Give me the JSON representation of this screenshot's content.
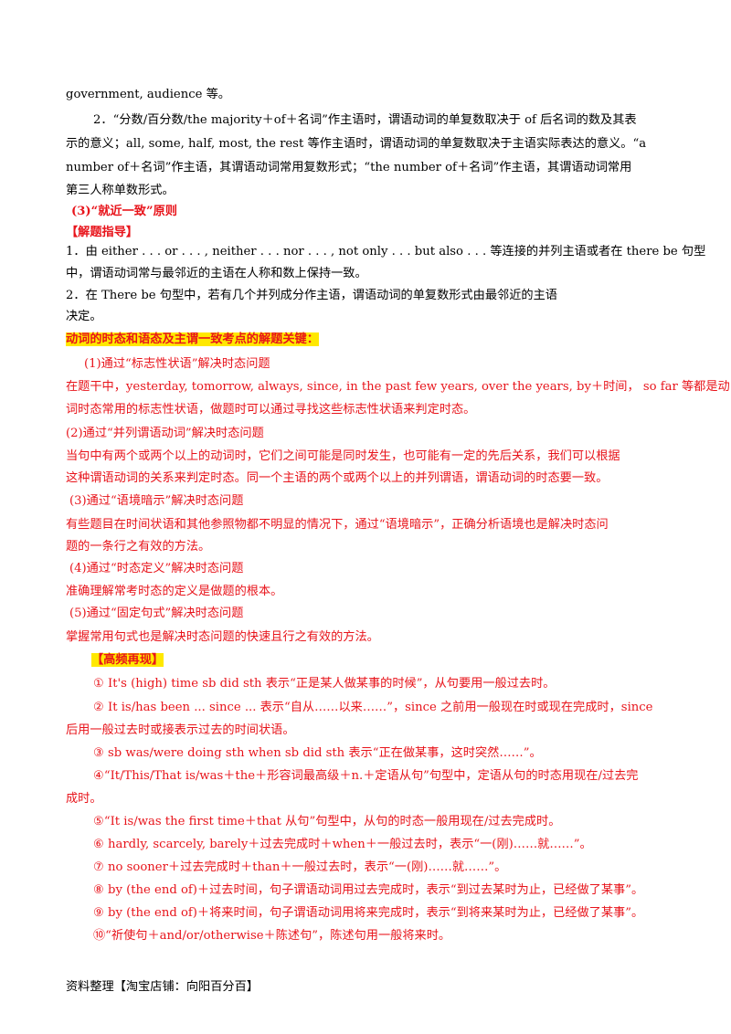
{
  "intro": {
    "l1": "government, audience 等。",
    "l2": "2．“分数/百分数/the majority＋of＋名词”作主语时，谓语动词的单复数取决于 of 后名词的数及其表",
    "l3": "示的意义；all, some, half, most, the rest 等作主语时，谓语动词的单复数取决于主语实际表达的意义。“a",
    "l4": "number of＋名词”作主语，其谓语动词常用复数形式；“the number of＋名词”作主语，其谓语动词常用",
    "l5": "第三人称单数形式。"
  },
  "principle3": {
    "title": "(3)“就近一致”原则",
    "guide": "【解题指导】",
    "p1a": "1．由 either . . . or . . . , neither . . . nor . . . , not only . . . but also . . . 等连接的并列主语或者在 there be 句型",
    "p1b": "中，谓语动词常与最邻近的主语在人称和数上保持一致。",
    "p2a": "2．在 There be 句型中，若有几个并列成分作主语，谓语动词的单复数形式由最邻近的主语",
    "p2b": "决定。"
  },
  "keys": {
    "heading": "动词的时态和语态及主谓一致考点的解题关键：",
    "k1_title": "(1)通过“标志性状语”解决时态问题",
    "k1_a": "在题干中，yesterday, tomorrow, always, since, in the past few years, over the years, by＋时间，  so far 等都是动",
    "k1_b": "词时态常用的标志性状语，做题时可以通过寻找这些标志性状语来判定时态。",
    "k2_title": "(2)通过“并列谓语动词”解决时态问题",
    "k2_a": "当句中有两个或两个以上的动词时，它们之间可能是同时发生，也可能有一定的先后关系，我们可以根据",
    "k2_b": "这种谓语动词的关系来判定时态。同一个主语的两个或两个以上的并列谓语，谓语动词的时态要一致。",
    "k3_title": "(3)通过“语境暗示”解决时态问题",
    "k3_a": "有些题目在时间状语和其他参照物都不明显的情况下，通过“语境暗示”，正确分析语境也是解决时态问",
    "k3_b": "题的一条行之有效的方法。",
    "k4_title": "(4)通过“时态定义”解决时态问题",
    "k4_a": "准确理解常考时态的定义是做题的根本。",
    "k5_title": "(5)通过“固定句式”解决时态问题",
    "k5_a": "掌握常用句式也是解决时态问题的快速且行之有效的方法。"
  },
  "freq": {
    "heading": "【高频再现】",
    "i1": "① It's (high) time sb did sth 表示“正是某人做某事的时候”，从句要用一般过去时。",
    "i2a": "② It is/has been ... since ...  表示“自从……以来……”，since 之前用一般现在时或现在完成时，since",
    "i2b": "后用一般过去时或接表示过去的时间状语。",
    "i3": "③ sb was/were doing sth when sb did sth 表示“正在做某事，这时突然……”。",
    "i4a": "④“It/This/That is/was＋the＋形容词最高级＋n.＋定语从句”句型中，定语从句的时态用现在/过去完",
    "i4b": "成时。",
    "i5": "⑤“It is/was the first time＋that 从句”句型中，从句的时态一般用现在/过去完成时。",
    "i6": "⑥ hardly, scarcely, barely＋过去完成时＋when＋一般过去时，表示“一(刚)……就……”。",
    "i7": "⑦ no sooner＋过去完成时＋than＋一般过去时，表示“一(刚)……就……”。",
    "i8": "⑧ by (the end of)＋过去时间，句子谓语动词用过去完成时，表示“到过去某时为止，已经做了某事”。",
    "i9": "⑨ by (the end of)＋将来时间，句子谓语动词用将来完成时，表示“到将来某时为止，已经做了某事”。",
    "i10": "⑩“祈使句＋and/or/otherwise＋陈述句”，陈述句用一般将来时。"
  },
  "footer": "资料整理【淘宝店铺：向阳百分百】",
  "colors": {
    "red": "#e8141b",
    "highlight": "#ffe800"
  }
}
